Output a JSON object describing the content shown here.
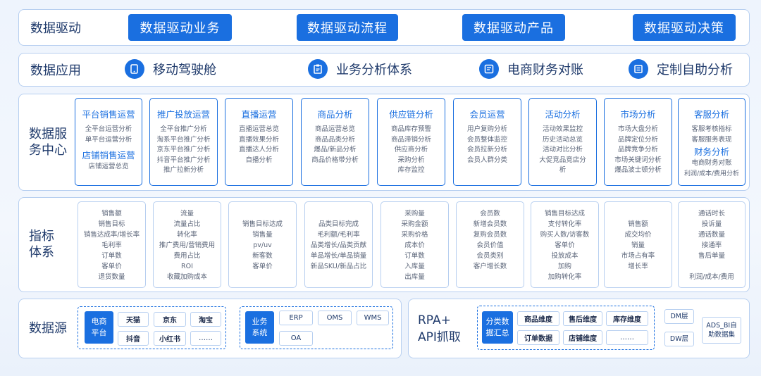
{
  "rows": {
    "drive": {
      "label": "数据驱动",
      "buttons": [
        "数据驱动业务",
        "数据驱动流程",
        "数据驱动产品",
        "数据驱动决策"
      ]
    },
    "application": {
      "label": "数据应用",
      "items": [
        {
          "label": "移动驾驶舱",
          "icon": "mobile-cockpit-icon"
        },
        {
          "label": "业务分析体系",
          "icon": "clipboard-analysis-icon"
        },
        {
          "label": "电商财务对账",
          "icon": "finance-reconcile-icon"
        },
        {
          "label": "定制自助分析",
          "icon": "custom-analysis-icon"
        }
      ]
    },
    "service": {
      "label_line1": "数据服",
      "label_line2": "务中心",
      "cards": [
        {
          "title": "平台销售运营",
          "lines": [
            "全平台运营分析",
            "单平台运营分析"
          ],
          "sub_title": "店铺销售运营",
          "sub_lines": [
            "店铺运营总览"
          ]
        },
        {
          "title": "推广投放运营",
          "lines": [
            "全平台推广分析",
            "淘系平台推广分析",
            "京东平台推广分析",
            "抖音平台推广分析",
            "推广拉新分析"
          ]
        },
        {
          "title": "直播运营",
          "lines": [
            "直播运营总览",
            "直播效果分析",
            "直播达人分析",
            "自播分析"
          ]
        },
        {
          "title": "商品分析",
          "lines": [
            "商品运营总览",
            "商品品类分析",
            "爆品/新品分析",
            "商品价格带分析"
          ]
        },
        {
          "title": "供应链分析",
          "lines": [
            "商品库存预警",
            "商品滞销分析",
            "供应商分析",
            "采购分析",
            "库存监控"
          ]
        },
        {
          "title": "会员运营",
          "lines": [
            "用户复购分析",
            "会员整体监控",
            "会员拉新分析",
            "会员人群分类"
          ]
        },
        {
          "title": "活动分析",
          "lines": [
            "活动效果监控",
            "历史活动总览",
            "活动对比分析",
            "大促竞品竞店分",
            "析"
          ]
        },
        {
          "title": "市场分析",
          "lines": [
            "市场大盘分析",
            "品牌定位分析",
            "品牌竞争分析",
            "市场关键词分析",
            "爆品波士顿分析"
          ]
        },
        {
          "title": "客服分析",
          "lines": [
            "客服考核指标",
            "客服服务表现"
          ],
          "sub_title": "财务分析",
          "sub_lines": [
            "电商财务对账",
            "利润/成本/费用分析"
          ]
        }
      ]
    },
    "metrics": {
      "label_line1": "指标",
      "label_line2": "体系",
      "cards": [
        {
          "lines": [
            "销售额",
            "销售目标",
            "销售达成率/增长率",
            "毛利率",
            "订单数",
            "客单价",
            "退货数量"
          ]
        },
        {
          "lines": [
            "流量",
            "流量占比",
            "转化率",
            "推广费用/营销费用",
            "费用占比",
            "ROI",
            "收藏加购成本"
          ]
        },
        {
          "lines": [
            "销售目标达成",
            "销售量",
            "pv/uv",
            "新客数",
            "客单价"
          ]
        },
        {
          "lines": [
            "品类目标完成",
            "毛利额/毛利率",
            "品类增长/品类贡献",
            "单品增长/单品销量",
            "新品SKU/新品占比"
          ]
        },
        {
          "lines": [
            "采购量",
            "采购金额",
            "采购价格",
            "成本价",
            "订单数",
            "入库量",
            "出库量"
          ]
        },
        {
          "lines": [
            "会员数",
            "新增会员数",
            "复购会员数",
            "会员价值",
            "会员类别",
            "客户增长数"
          ]
        },
        {
          "lines": [
            "销售目标达成",
            "支付转化率",
            "购买人数/访客数",
            "客单价",
            "投放成本",
            "加购",
            "加购转化率"
          ]
        },
        {
          "lines": [
            "销售额",
            "成交均价",
            "销量",
            "市场占有率",
            "增长率"
          ]
        },
        {
          "lines": [
            "通话时长",
            "投诉量",
            "通话数量",
            "接通率",
            "售后单量",
            "",
            "利润/成本/费用"
          ]
        }
      ]
    },
    "source": {
      "label": "数据源",
      "ecommerce": {
        "title_line1": "电商",
        "title_line2": "平台",
        "chips": [
          "天猫",
          "京东",
          "淘宝",
          "抖音",
          "小红书",
          "……"
        ]
      },
      "business": {
        "title_line1": "业务",
        "title_line2": "系统",
        "chips": [
          "ERP",
          "OMS",
          "WMS",
          "OA"
        ]
      },
      "rpa_line1": "RPA+",
      "rpa_line2": "API抓取",
      "summary": {
        "title_line1": "分类数",
        "title_line2": "据汇总",
        "chips": [
          "商品维度",
          "售后维度",
          "库存维度",
          "订单数据",
          "店铺维度",
          "……"
        ]
      },
      "layers": [
        "DM层",
        "DW层"
      ],
      "ads_line1": "ADS_BI自",
      "ads_line2": "助数据集"
    }
  },
  "colors": {
    "accent": "#1a6fe0",
    "border": "#b7cff0",
    "text": "#1f3a6b"
  }
}
